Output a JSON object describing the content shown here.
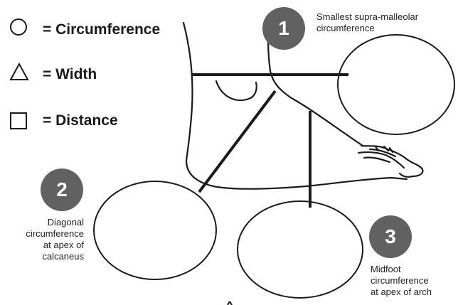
{
  "legend": [
    {
      "shape": "circle",
      "label": "= Circumference"
    },
    {
      "shape": "triangle",
      "label": "= Width"
    },
    {
      "shape": "square",
      "label": "= Distance"
    }
  ],
  "measurements": [
    {
      "number": "1",
      "lines": [
        "Smallest supra-malleolar",
        "circumference"
      ]
    },
    {
      "number": "2",
      "lines": [
        "Diagonal",
        "circumference",
        "at apex of",
        "calcaneus"
      ]
    },
    {
      "number": "3",
      "lines": [
        "Midfoot",
        "circumference",
        "at apex of arch"
      ]
    }
  ],
  "colors": {
    "badge": "#616161",
    "stroke": "#1a1a1a",
    "background": "#ffffff"
  }
}
